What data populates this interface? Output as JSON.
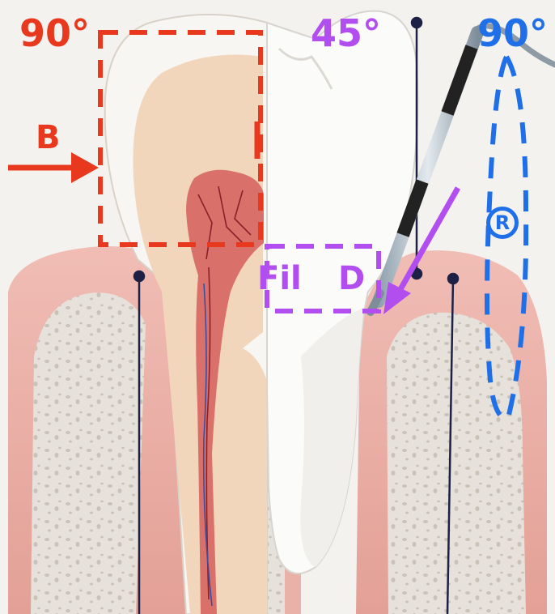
{
  "colors": {
    "red": "#e8391f",
    "purple": "#b24ef0",
    "blue": "#1f6fe8",
    "gum": "#e9a7a0",
    "bone": "#e6e1da",
    "dentin": "#f2d6bc",
    "enamel": "#f7f6f3",
    "pulp": "#d9716a",
    "leader": "#1c2145"
  },
  "labels": {
    "angle_left": "90°",
    "angle_middle": "45°",
    "angle_right": "90°",
    "buccal": "B",
    "filling": "Fil",
    "distal": "D",
    "reg": "R"
  }
}
